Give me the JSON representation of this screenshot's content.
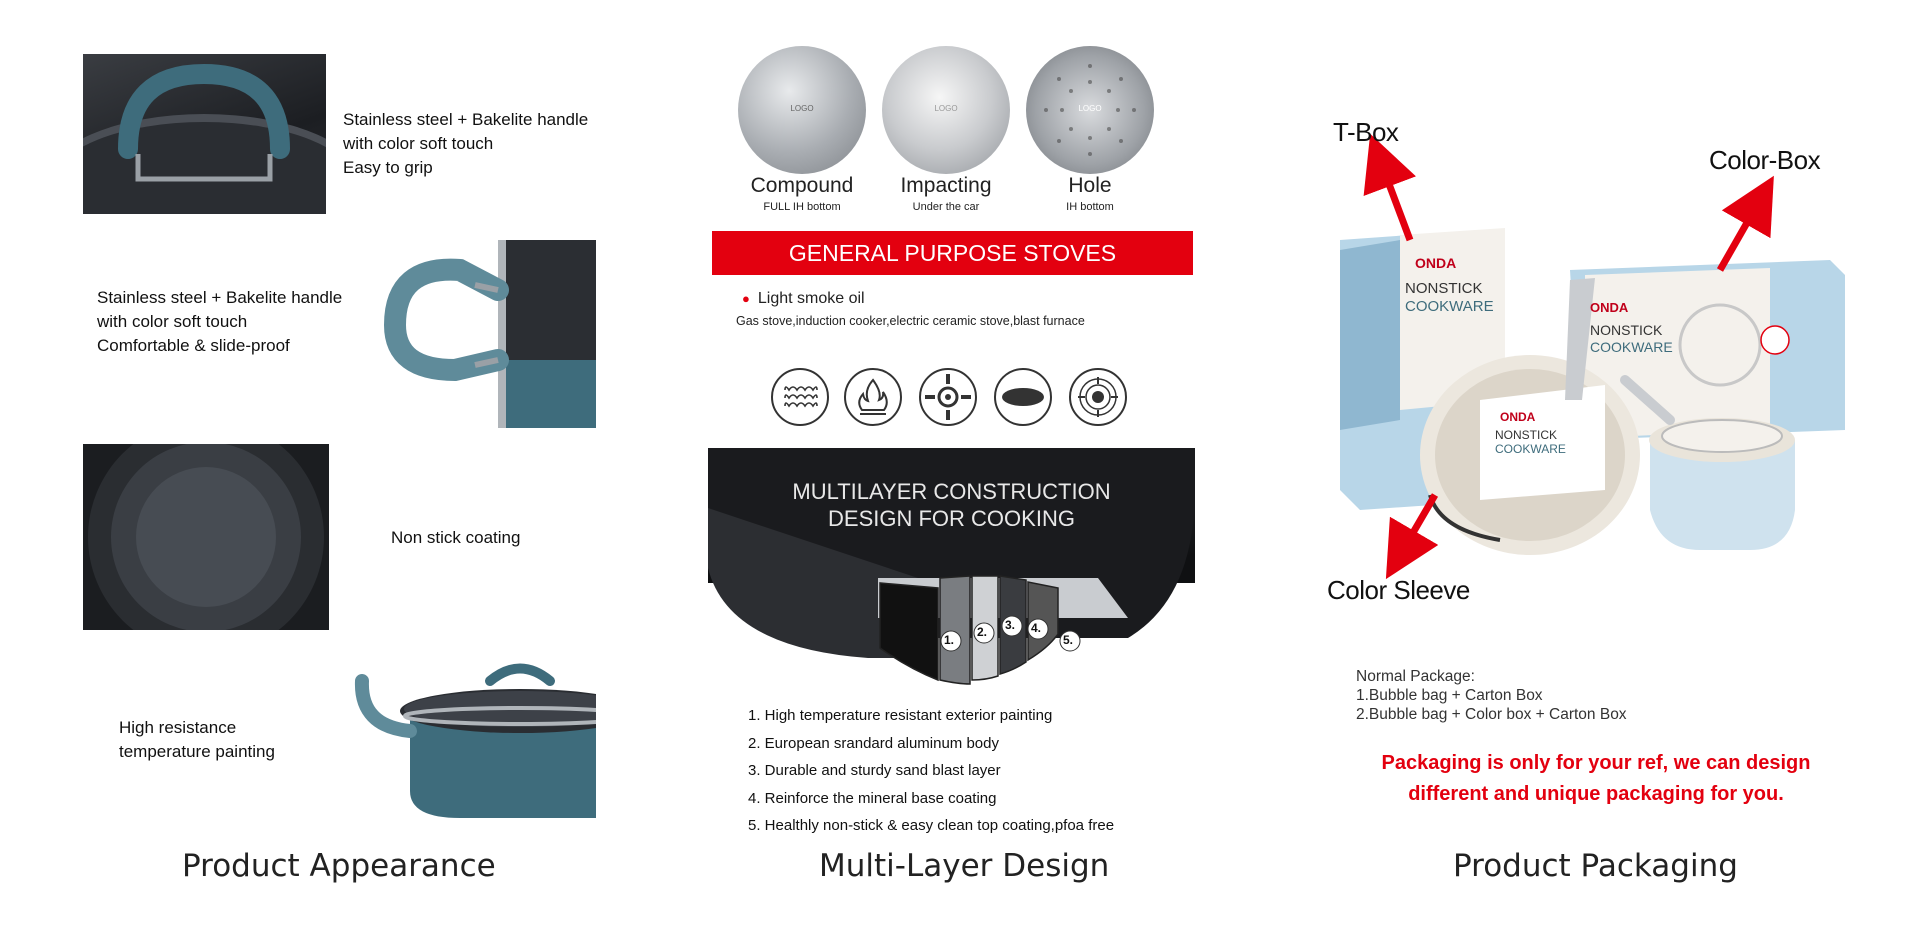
{
  "appearance": {
    "features": [
      {
        "lines": [
          "Stainless steel + Bakelite handle",
          "with color soft touch",
          "Easy to grip"
        ]
      },
      {
        "lines": [
          "Stainless steel + Bakelite handle",
          "with color soft touch",
          "Comfortable & slide-proof"
        ]
      },
      {
        "lines": [
          "Non stick coating"
        ]
      },
      {
        "lines": [
          "High resistance",
          "temperature painting"
        ]
      }
    ],
    "caption": "Product Appearance"
  },
  "multilayer": {
    "bottoms": [
      {
        "logo": "LOGO",
        "title": "Compound",
        "subtitle": "FULL IH bottom"
      },
      {
        "logo": "LOGO",
        "title": "Impacting",
        "subtitle": "Under the car"
      },
      {
        "logo": "LOGO",
        "title": "Hole",
        "subtitle": "IH bottom"
      }
    ],
    "banner": "GENERAL PURPOSE STOVES",
    "smoke_label": "Light smoke oil",
    "stoves_text": "Gas stove,induction cooker,electric ceramic stove,blast furnace",
    "stove_icons": [
      "induction-coil-icon",
      "gas-flame-icon",
      "gas-burner-icon",
      "ceramic-plate-icon",
      "electric-hob-icon"
    ],
    "pan_title_line1": "MULTILAYER CONSTRUCTION",
    "pan_title_line2": "DESIGN FOR COOKING",
    "layer_numbers": [
      "1.",
      "2.",
      "3.",
      "4.",
      "5."
    ],
    "layers": [
      "1. High temperature resistant exterior painting",
      "2. European srandard aluminum body",
      "3. Durable and sturdy sand blast layer",
      "4. Reinforce the mineral base coating",
      "5. Healthly non-stick & easy clean top coating,pfoa free"
    ],
    "caption": "Multi-Layer Design"
  },
  "packaging": {
    "labels": {
      "t_box": "T-Box",
      "color_box": "Color-Box",
      "color_sleeve": "Color Sleeve"
    },
    "box_brand": "ONDA",
    "box_text": [
      "NONSTICK",
      "COOKWARE"
    ],
    "normal_package_title": "Normal Package:",
    "normal_package_lines": [
      "1.Bubble bag + Carton Box",
      "2.Bubble bag + Color box + Carton Box"
    ],
    "note_line1": "Packaging is only for your ref, we can design",
    "note_line2": "different and unique packaging for you.",
    "caption": "Product Packaging"
  },
  "colors": {
    "accent_red": "#e3000f",
    "pot_teal": "#3e6c7c"
  }
}
